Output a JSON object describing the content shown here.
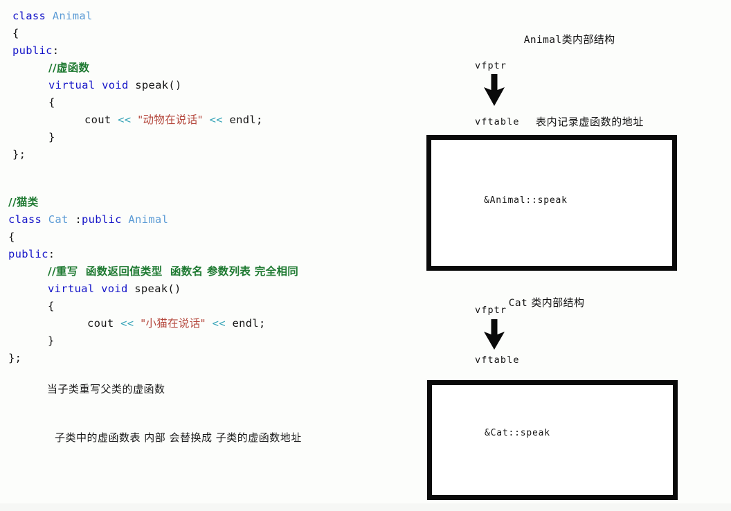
{
  "page": {
    "background": "#fcfdfb",
    "title": "C++ virtual function vtable illustration"
  },
  "code": {
    "animal_class": [
      {
        "indent": 0,
        "tokens": [
          {
            "t": "class ",
            "k": "kw"
          },
          {
            "t": "Animal",
            "k": "type"
          }
        ]
      },
      {
        "indent": 0,
        "tokens": [
          {
            "t": "{",
            "k": "plain"
          }
        ]
      },
      {
        "indent": 0,
        "tokens": [
          {
            "t": "public",
            "k": "kw"
          },
          {
            "t": ":",
            "k": "plain"
          }
        ]
      },
      {
        "indent": 1,
        "tokens": [
          {
            "t": "//虚函数",
            "k": "comment"
          }
        ]
      },
      {
        "indent": 1,
        "tokens": [
          {
            "t": "virtual ",
            "k": "kw"
          },
          {
            "t": "void ",
            "k": "kw"
          },
          {
            "t": "speak()",
            "k": "plain"
          }
        ]
      },
      {
        "indent": 1,
        "tokens": [
          {
            "t": "{",
            "k": "plain"
          }
        ]
      },
      {
        "indent": 2,
        "tokens": [
          {
            "t": "cout ",
            "k": "plain"
          },
          {
            "t": "<< ",
            "k": "op"
          },
          {
            "t": "\"动物在说话\"",
            "k": "str"
          },
          {
            "t": " << ",
            "k": "op"
          },
          {
            "t": "endl;",
            "k": "plain"
          }
        ]
      },
      {
        "indent": 1,
        "tokens": [
          {
            "t": "}",
            "k": "plain"
          }
        ]
      },
      {
        "indent": 0,
        "tokens": [
          {
            "t": "};",
            "k": "plain"
          }
        ]
      }
    ],
    "cat_class": [
      {
        "indent": 0,
        "tokens": [
          {
            "t": "//猫类",
            "k": "comment"
          }
        ]
      },
      {
        "indent": 0,
        "tokens": [
          {
            "t": "class ",
            "k": "kw"
          },
          {
            "t": "Cat ",
            "k": "type"
          },
          {
            "t": ":",
            "k": "plain"
          },
          {
            "t": "public ",
            "k": "kw"
          },
          {
            "t": "Animal",
            "k": "type"
          }
        ]
      },
      {
        "indent": 0,
        "tokens": [
          {
            "t": "{",
            "k": "plain"
          }
        ]
      },
      {
        "indent": 0,
        "tokens": [
          {
            "t": "public",
            "k": "kw"
          },
          {
            "t": ":",
            "k": "plain"
          }
        ]
      },
      {
        "indent": 1,
        "tokens": [
          {
            "t": "//重写  函数返回值类型  函数名 参数列表 完全相同",
            "k": "comment"
          }
        ]
      },
      {
        "indent": 1,
        "tokens": [
          {
            "t": "virtual ",
            "k": "kw"
          },
          {
            "t": "void ",
            "k": "kw"
          },
          {
            "t": "speak()",
            "k": "plain"
          }
        ]
      },
      {
        "indent": 1,
        "tokens": [
          {
            "t": "{",
            "k": "plain"
          }
        ]
      },
      {
        "indent": 2,
        "tokens": [
          {
            "t": "cout ",
            "k": "plain"
          },
          {
            "t": "<< ",
            "k": "op"
          },
          {
            "t": "\"小猫在说话\"",
            "k": "str"
          },
          {
            "t": " << ",
            "k": "op"
          },
          {
            "t": "endl;",
            "k": "plain"
          }
        ]
      },
      {
        "indent": 1,
        "tokens": [
          {
            "t": "}",
            "k": "plain"
          }
        ]
      },
      {
        "indent": 0,
        "tokens": [
          {
            "t": "};",
            "k": "plain"
          }
        ]
      }
    ],
    "colors": {
      "keyword": "#1414c8",
      "type": "#5b9bd5",
      "comment": "#1f7a32",
      "operator": "#3aa6b9",
      "string": "#b4473c",
      "plain": "#151515"
    }
  },
  "notes": {
    "line1": "当子类重写父类的虚函数",
    "line2": "子类中的虚函数表 内部 会替换成 子类的虚函数地址"
  },
  "diagram": {
    "animal": {
      "title_mono": "Animal",
      "title_cjk": "类内部结构",
      "vfptr_label": "vfptr",
      "vftable_label": "vftable",
      "vftable_note": "表内记录虚函数的地址",
      "entry": "&Animal::speak",
      "arrow": "down-arrow-icon"
    },
    "cat": {
      "title_mono": "Cat",
      "title_cjk": " 类内部结构",
      "vfptr_label": "vfptr",
      "vftable_label": "vftable",
      "entry": "&Cat::speak",
      "arrow": "down-arrow-icon"
    },
    "box_border_color": "#0a0a0a"
  }
}
